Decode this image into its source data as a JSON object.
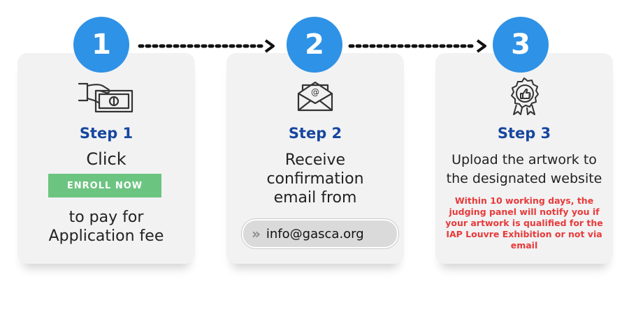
{
  "steps": [
    {
      "number": "1",
      "title": "Step 1",
      "line1": "Click",
      "button_label": "ENROLL NOW",
      "line2": "to pay for\nApplication fee",
      "icon": "payment-hand-icon"
    },
    {
      "number": "2",
      "title": "Step 2",
      "line1": "Receive confirmation email from",
      "email": "info@gasca.org",
      "icon": "email-icon"
    },
    {
      "number": "3",
      "title": "Step 3",
      "line1": "Upload the artwork to the designated website",
      "note": "Within 10 working days, the judging panel will notify you if your artwork is qualified for the IAP Louvre Exhibition or not via email",
      "icon": "award-badge-icon"
    }
  ],
  "colors": {
    "circle": "#2e92e6",
    "step_title": "#17479e",
    "enroll_button": "#6cc481",
    "note": "#e83a3a",
    "card": "#f2f2f3"
  }
}
